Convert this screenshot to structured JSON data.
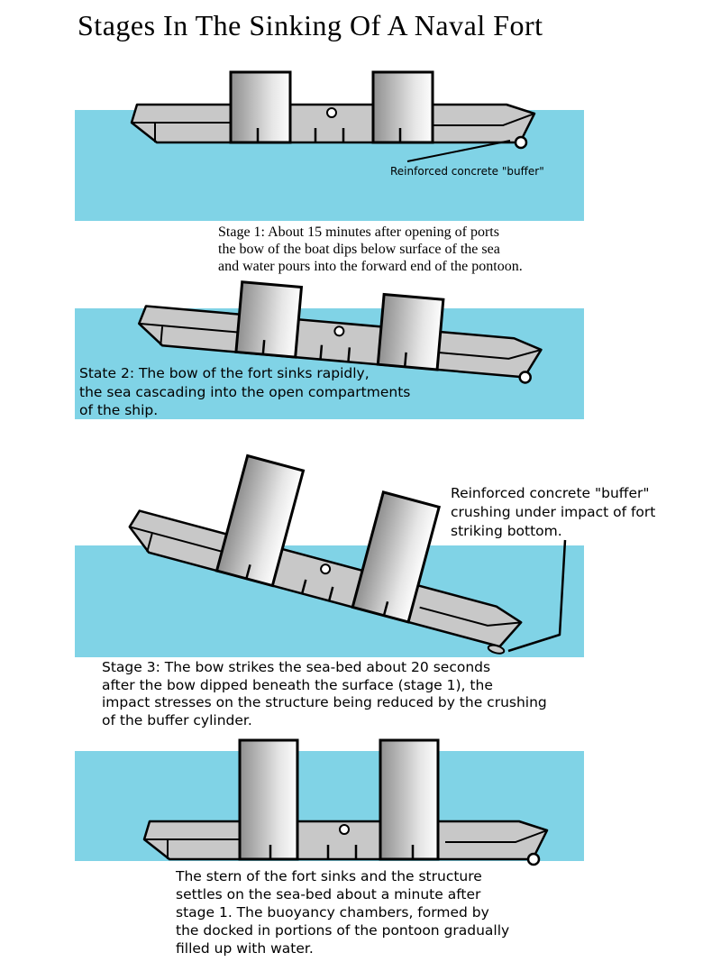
{
  "page": {
    "title": "Stages In The Sinking Of A Naval Fort"
  },
  "colors": {
    "water": "#80D3E6",
    "hull_gray": "#C8C8C8",
    "tower_gradient_dark": "#8F8F8F",
    "tower_gradient_light": "#FDFDFD",
    "outline": "#000000",
    "background": "#FFFFFF",
    "text": "#000000"
  },
  "stages": [
    {
      "name": "stage-1",
      "annotation": "Reinforced concrete \"buffer\"",
      "caption": "Stage 1: About 15 minutes after opening of ports\nthe bow of the boat dips below surface of the sea\nand water pours into the forward end of the pontoon."
    },
    {
      "name": "stage-2",
      "caption": "State 2: The bow of the fort sinks rapidly,\nthe sea cascading into the open compartments\nof the ship."
    },
    {
      "name": "stage-3",
      "annotation": "Reinforced concrete \"buffer\"\ncrushing under impact of fort\nstriking bottom.",
      "caption": "Stage 3: The bow strikes the sea-bed about 20 seconds\nafter the bow dipped beneath the surface (stage 1), the\nimpact stresses on the structure being reduced by the crushing\nof the buffer cylinder."
    },
    {
      "name": "stage-4",
      "caption": "The stern of the fort sinks and the structure\nsettles on the sea-bed about a minute after\nstage 1. The buoyancy chambers, formed by\nthe docked in portions of the pontoon gradually\nfilled up with water."
    }
  ]
}
